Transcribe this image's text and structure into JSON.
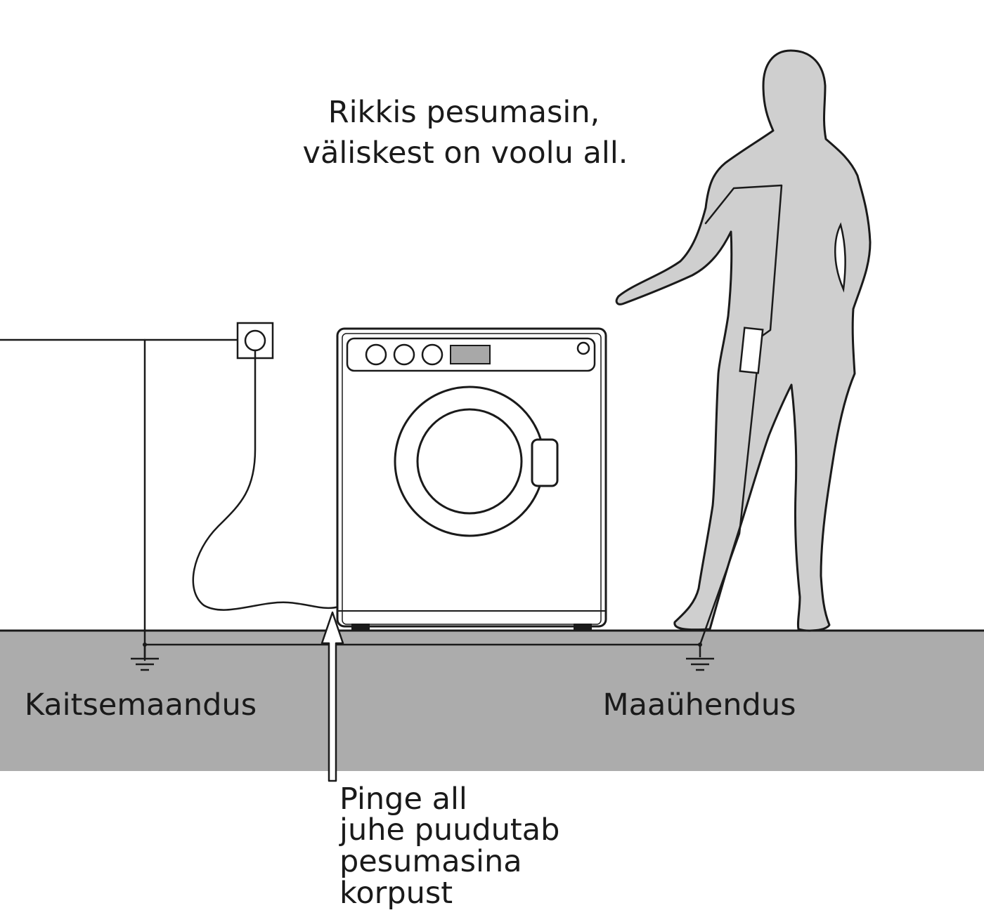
{
  "colors": {
    "ground": "#acacac",
    "person": "#cfcfcf",
    "display": "#a8a8a8",
    "line": "#1a1a1a",
    "background": "#ffffff"
  },
  "title": {
    "line1": "Rikkis pesumasin,",
    "line2": "väliskest on voolu all."
  },
  "ground": {
    "left_label": "Kaitsemaandus",
    "right_label": "Maaühendus"
  },
  "note": {
    "lines": [
      "Pinge all",
      "juhe puudutab",
      "pesumasina",
      "korpust"
    ]
  },
  "icons": {
    "socket": "wall-socket-icon",
    "washer": "washing-machine-icon",
    "person": "person-silhouette-icon",
    "ground_symbol": "ground-symbol-icon",
    "arrow": "up-arrow-icon"
  }
}
